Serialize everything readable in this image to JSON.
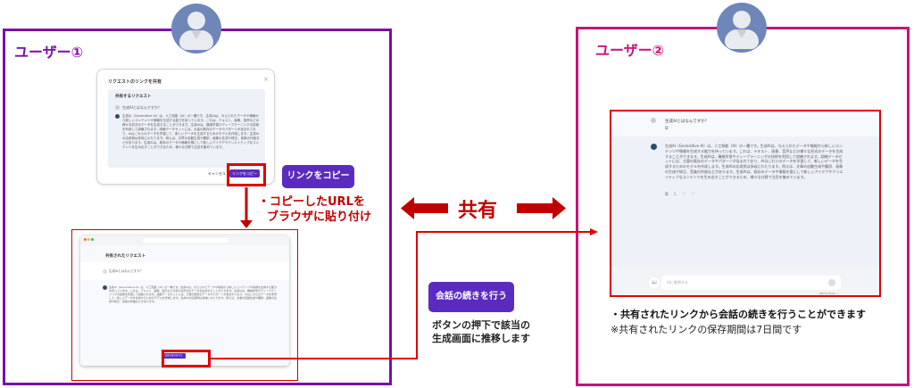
{
  "user1": {
    "title": "ユーザー①",
    "dialog": {
      "title": "リクエストのリンクを共有",
      "close_icon": "×",
      "panel_header": "共有するリクエスト",
      "question": "生成AIとはなんですか？",
      "answer": "生成AI（Generative AI）は、人工知能（AI）の一種です。生成AIは、与えられたデータや情報から新しいコンテンツや情報を生成する能力を持っています。これは、テキスト、画像、音声などの様々な形式のデータを生成することができます。生成AIは、機械学習やディープラーニングの技術を利用して訓練されます。訓練データセットには、大量の既存のデータやパターンが含まれており、AIはこれらのデータを学習して、新しいデータを生成するためのモデルを作成します。生成AIの応用例は多岐にわたります。例えば、文章の自動生成や翻訳、画像の生成や修正、音楽の作曲などがあります。生成AIは、既存のデータや情報を基にして新しいアイデアやクリエイティブなコンテンツを生み出すことができるため、様々な分野で注目を集めています。",
      "cancel_label": "キャンセル",
      "copy_label": "リンクをコピー"
    },
    "copy_button_label": "リンクをコピー",
    "paste_note_line1": "・コピーしたURLを",
    "paste_note_line2": "ブラウザに貼り付け",
    "browser": {
      "url": "",
      "page_title": "共有されたリクエスト",
      "question": "生成AIとはなんですか？",
      "answer": "生成AI（Generative AI）は、人工知能（AI）の一種です。生成AIは、与えられたデータや情報から新しいコンテンツや情報を生成する能力を持っています。これは、テキスト、画像、音声などの様々な形式のデータを生成することができます。生成AIは、機械学習やディープラーニングの技術を利用して訓練されます。訓練データセットには、大量の既存のデータやパターンが含まれており、AIはこれらのデータを学習して、新しいデータを生成するためのモデルを作成します。生成AIの応用例は多岐にわたります。例えば、文章の自動生成や翻訳、画像の生成や修正、音楽の作曲などがあります。",
      "continue_label": "会話の続きを行う"
    }
  },
  "share_label": "共有",
  "continue_button_label": "会話の続きを行う",
  "continue_note_line1": "ボタンの押下で該当の",
  "continue_note_line2": "生成画面に推移します",
  "user2": {
    "title": "ユーザー②",
    "chat": {
      "question": "生成AIとはなんですか？",
      "answer": "生成AI（Generative AI）は、人工知能（AI）の一種です。生成AIは、与えられたデータや情報から新しいコンテンツや情報を生成する能力を持っています。これは、テキスト、画像、音声などの様々な形式のデータを生成することができます。生成AIは、機械学習やディープラーニングの技術を利用して訓練されます。訓練データセットには、大量の既存のデータやパターンが含まれており、AIはこれらのデータを学習して、新しいデータを生成するためのモデルを作成します。生成AIの応用例は多岐にわたります。例えば、文章の自動生成や翻訳、画像の生成や修正、音楽の作曲などがあります。生成AIは、既存のデータや情報を基にして新しいアイデアやクリエイティブなコンテンツを生み出すことができるため、様々な分野で注目を集めています。",
      "actions": "⧉ ⇩ ♡ ♡",
      "input_placeholder": "AIに質問する",
      "model_label": "GPT-4 Turbo ⌄"
    },
    "note_bold": "・共有されたリンクから会話の続きを行うことができます",
    "note_plain": "※共有されたリンクの保存期間は7日間です"
  },
  "colors": {
    "user1": "#7a0ea8",
    "user2": "#c8127a",
    "accent_red": "#c00000",
    "button_purple": "#5b2bc0",
    "avatar": "#6f86b9"
  }
}
